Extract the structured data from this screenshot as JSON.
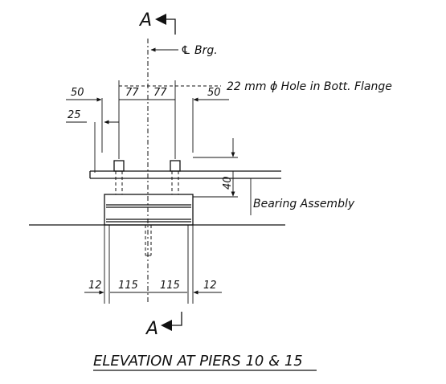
{
  "section_mark": "A",
  "centerline_label": "℄ Brg.",
  "hole_note": "22 mm ϕ Hole in Bott. Flange",
  "top_dims": {
    "left_outer": "50",
    "left_inner": "77",
    "right_inner": "77",
    "right_outer": "50",
    "edge": "25"
  },
  "height_dim": "40",
  "bearing_label": "Bearing Assembly",
  "bottom_dims": {
    "a": "12",
    "b": "115",
    "c": "115",
    "d": "12"
  },
  "title": "ELEVATION AT PIERS 10 & 15"
}
